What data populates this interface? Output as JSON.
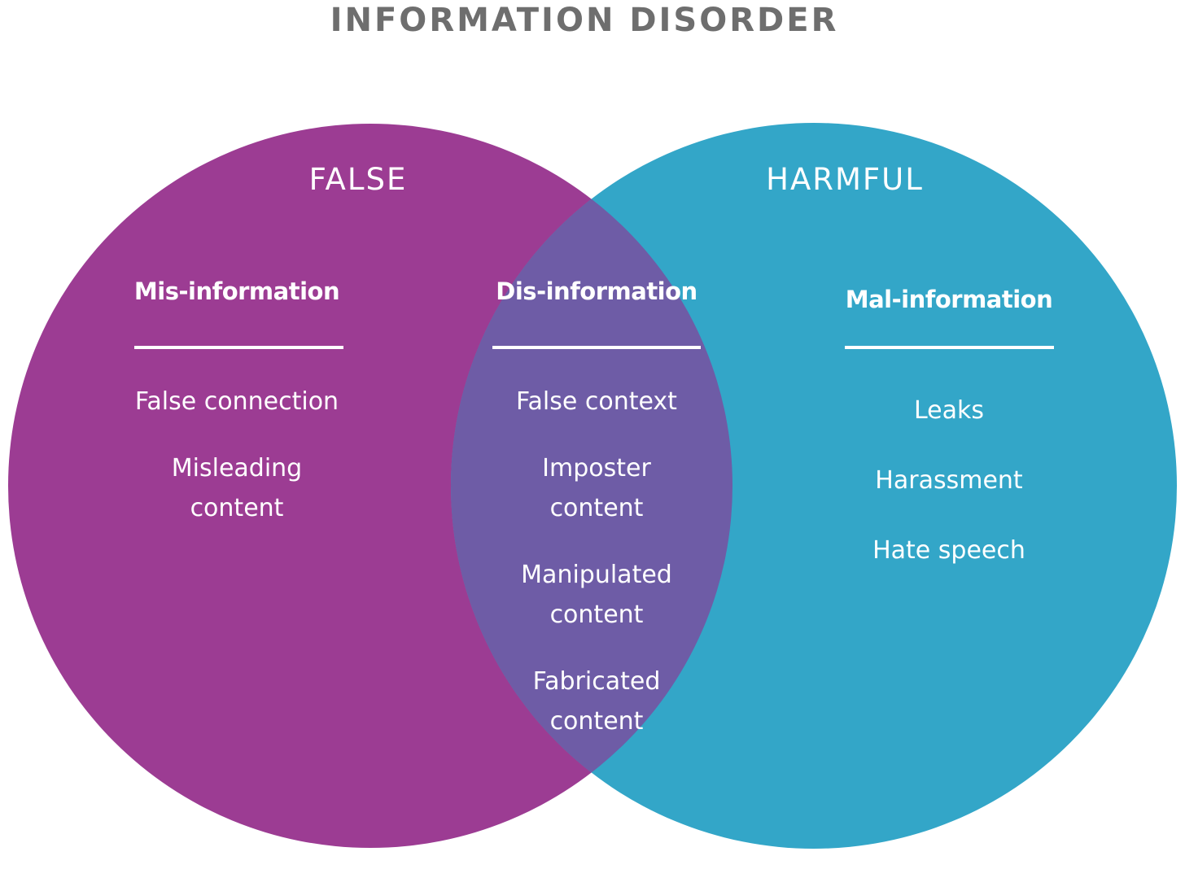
{
  "title": "INFORMATION DISORDER",
  "colors": {
    "title": "#6e6e6e",
    "false_circle": "#9c3c93",
    "harmful_circle": "#33a6c8",
    "overlap": "#6e5ca6",
    "text": "#ffffff"
  },
  "circles": {
    "false_label": "FALSE",
    "harmful_label": "HARMFUL"
  },
  "sections": {
    "misinformation": {
      "heading": "Mis-information",
      "items": [
        "False connection",
        "Misleading",
        "content"
      ]
    },
    "disinformation": {
      "heading": "Dis-information",
      "items": [
        "False context",
        "Imposter",
        "content",
        "Manipulated",
        "content",
        "Fabricated",
        "content"
      ]
    },
    "malinformation": {
      "heading": "Mal-information",
      "items": [
        "Leaks",
        "Harassment",
        "Hate speech"
      ]
    }
  }
}
